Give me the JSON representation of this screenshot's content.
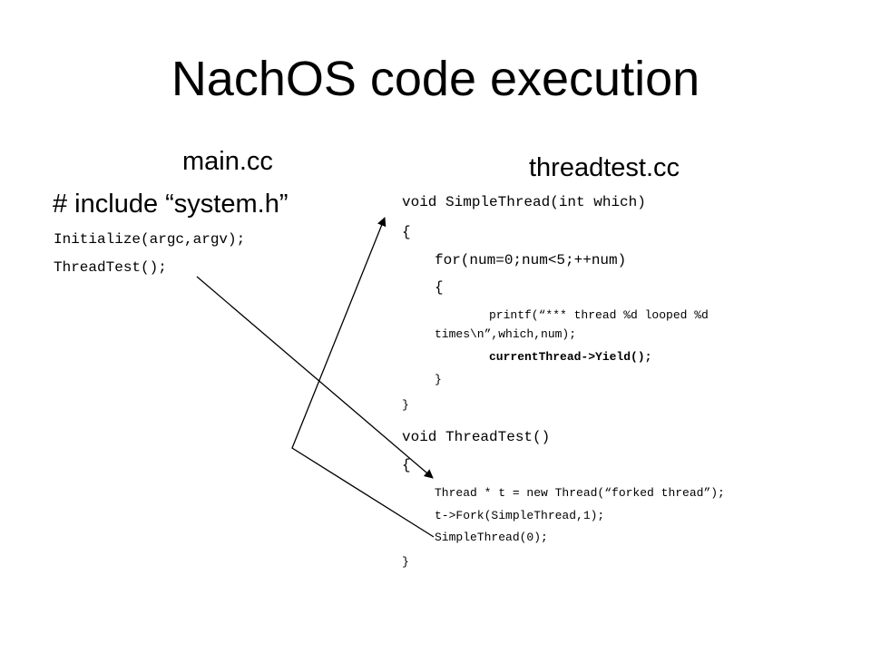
{
  "slide": {
    "title": "NachOS code execution",
    "left_column": {
      "heading": "main.cc",
      "include_line": "# include “system.h”",
      "code_lines": [
        "Initialize(argc,argv);",
        "ThreadTest();"
      ]
    },
    "right_column": {
      "heading": "threadtest.cc",
      "code_lines": [
        "void SimpleThread(int which)",
        "{",
        "for(num=0;num<5;++num)",
        "{",
        "printf(“*** thread %d looped %d",
        "times\\n”,which,num);",
        "currentThread->Yield();",
        "}",
        "}",
        "void ThreadTest()",
        "{",
        "Thread * t = new Thread(“forked thread”);",
        "t->Fork(SimpleThread,1);",
        "SimpleThread(0);",
        "}"
      ]
    }
  }
}
